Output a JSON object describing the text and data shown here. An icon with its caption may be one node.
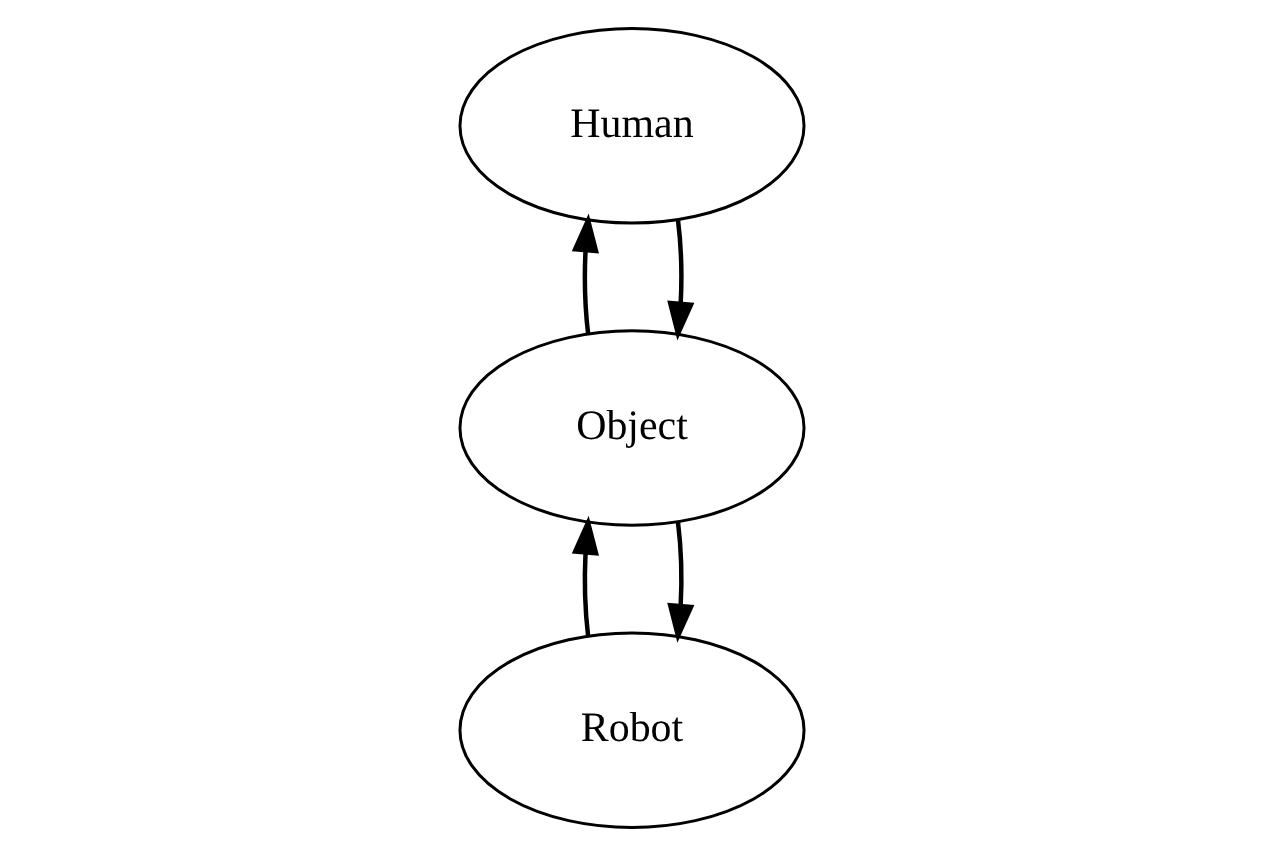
{
  "diagram": {
    "nodes": [
      {
        "text": [
          "Robot"
        ]
      },
      {
        "text": [
          "Object"
        ]
      },
      {
        "text": [
          "Human"
        ]
      }
    ],
    "edges": [
      {
        "from": 1,
        "to": 0,
        "arrow": "to"
      },
      {
        "from": 0,
        "to": 1,
        "arrow": "to"
      },
      {
        "from": 2,
        "to": 1,
        "arrow": "to"
      },
      {
        "from": 1,
        "to": 2,
        "arrow": "to"
      }
    ]
  }
}
